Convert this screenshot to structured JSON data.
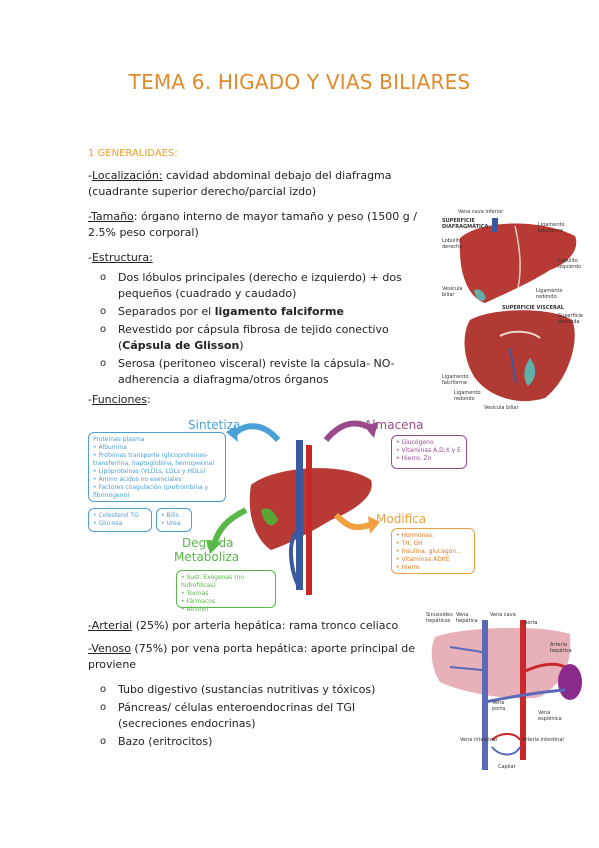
{
  "title": "TEMA 6. HIGADO Y VIAS BILIARES",
  "section1": "1 GENERALIDAES:",
  "localizacion": {
    "label": "Localización:",
    "text": " cavidad abdominal debajo del diafragma (cuadrante superior derecho/parcial izdo)"
  },
  "tamano": {
    "prefix": "-",
    "label": "Tamaño",
    "text": ": órgano interno de mayor tamaño y peso (1500 g / 2.5% peso corporal)"
  },
  "estructura": {
    "label": "Estructura:",
    "items": [
      {
        "a": "Dos lóbulos principales (derecho e izquierdo) + dos pequeños (cuadrado y caudado)"
      },
      {
        "a": "Separados por el ",
        "b": "ligamento falciforme"
      },
      {
        "a": "Revestido por cápsula fibrosa de tejido conectivo (",
        "b": "Cápsula de Glisson",
        "c": ")"
      },
      {
        "a": "Serosa (peritoneo visceral) reviste la cápsula- NO- adherencia a diafragma/otros órganos"
      }
    ]
  },
  "funciones": {
    "label": "Funciones",
    "colon": ":"
  },
  "diagram": {
    "sintetiza": "Sintetiza",
    "almacena": "Almacena",
    "modifica": "Modifica",
    "degrada": "Degrada",
    "metaboliza": "Metaboliza",
    "sintetiza_box": [
      "Proteinas plasma",
      "• Albumina",
      "• Proteinas transporte (glicoproteinas-",
      "  transferrina, haptoglobina, hemopexina)",
      "• Lipoproteinas (VLDLs, LDLs y HDLs)",
      "• Amino ácidos no esenciales",
      "• Factores coagulación (protrombina y",
      "  fibrinógeno)"
    ],
    "lipid_box": [
      "• Colesterol TG",
      "• Glucosa"
    ],
    "bilis_box": [
      "• Bilis",
      "• Urea"
    ],
    "almacena_box": [
      "• Glucógeno",
      "• Vitaminas A,D,X y E",
      "• Hierro, Zn"
    ],
    "modifica_box": [
      "• Hormonas:",
      "   • TH, GH",
      "   • Insulina, glucagón...",
      "• Vitaminas ADKE",
      "• Hierro"
    ],
    "degrada_box": [
      "• Sust. Exógenas (no hidrofilicas)",
      "   • Toxinas",
      "   • Fármacos",
      "   • Alcohol"
    ],
    "colors": {
      "blue": "#4aa0d8",
      "purple": "#9a4a8a",
      "orange": "#f0a040",
      "green": "#58b848"
    }
  },
  "arterial": {
    "prefix": "-",
    "label": "Arterial",
    "text": " (25%) por arteria hepática: rama tronco celiaco"
  },
  "venoso": {
    "prefix": "-",
    "label": "Venoso",
    "text": " (75%) por vena porta hepática: aporte principal de proviene"
  },
  "venoso_items": [
    "Tubo digestivo (sustancias nutritivas y tóxicos)",
    "Páncreas/ células enteroendocrinas del TGI (secreciones endocrinas)",
    "Bazo (eritrocitos)"
  ],
  "anatomy": {
    "top_title": "SUPERFICIE DIAFRAGMÁTICA",
    "vena_cava": "Vena cava inferior",
    "lig_falciforme": "Ligamento falciforme",
    "lobulo_derecho": "Lobulito derecho",
    "lobulo_izq": "Lobulito izquierdo",
    "vesicula": "Vesícula biliar",
    "lig_redondo": "Ligamento redondo",
    "sup_visceral": "SUPERFICIE VISCERAL",
    "sup_desnuda": "Superficie desnuda",
    "lig_falciforme2": "Ligamento falciforme",
    "lig_redondo2": "Ligamento redondo",
    "vesicula2": "Vesícula biliar"
  },
  "vasc": {
    "sinusoides": "Sinusoides hepáticos",
    "vena_hepatica": "Vena hepática",
    "vena_cava": "Vena cava",
    "aorta": "Aorta",
    "arteria_hepatica": "Arteria hepática",
    "vena_porta": "Vena porta",
    "vena_esplenica": "Vena esplénica",
    "vena_intestinal": "Vena intestinal",
    "arteria_intestinal": "Arteria intestinal",
    "capilar": "Capilar"
  }
}
